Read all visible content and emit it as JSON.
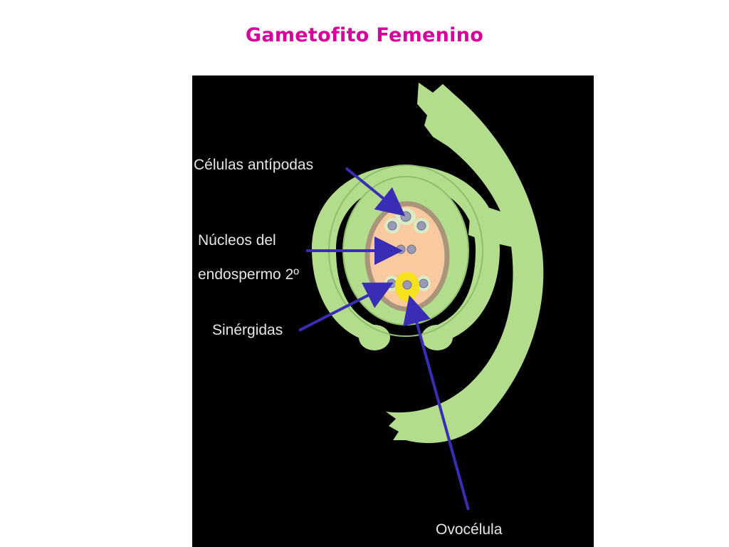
{
  "title": "Gametofito Femenino",
  "diagram": {
    "labels": {
      "antipodal": "Células antípodas",
      "polar_line1": "Núcleos del",
      "polar_line2": "endospermo 2º",
      "synergids": "Sinérgidas",
      "egg": "Ovocélula"
    },
    "colors": {
      "background": "#000000",
      "tissue": "#b3dc8d",
      "tissue_line": "#8fbf6e",
      "sac_wall": "#a8957a",
      "sac_fill": "#f9c9a0",
      "nucleus": "#9a9ab4",
      "egg_cell": "#f5e21c",
      "arrow": "#3a2db5",
      "label": "#e6e6e6",
      "title": "#d6009a"
    }
  }
}
